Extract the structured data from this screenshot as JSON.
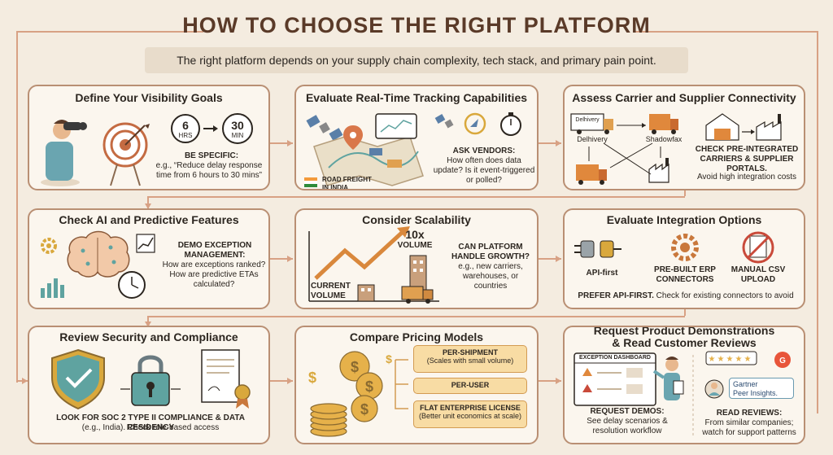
{
  "title": "HOW TO CHOOSE THE RIGHT PLATFORM",
  "subtitle": "The right platform depends on your supply chain complexity, tech stack, and primary pain point.",
  "cards": {
    "visibility": {
      "title": "Define Your Visibility Goals",
      "from_time": "6",
      "from_unit": "HRS",
      "to_time": "30",
      "to_unit": "MIN",
      "heading": "BE SPECIFIC:",
      "body": "e.g., “Reduce delay response time from 6 hours to 30 mins”"
    },
    "tracking": {
      "title": "Evaluate Real-Time Tracking Capabilities",
      "map_label": "ROAD FREIGHT IN INDIA",
      "heading": "ASK VENDORS:",
      "body": "How often does data update? Is it event-triggered or polled?"
    },
    "carrier": {
      "title": "Assess Carrier and Supplier Connectivity",
      "truck_label_1": "Delhivery",
      "truck_name_1": "Delhivery",
      "truck_name_2": "Shadowfax",
      "heading": "CHECK PRE-INTEGRATED CARRIERS & SUPPLIER PORTALS.",
      "body": "Avoid high integration costs"
    },
    "ai": {
      "title": "Check AI and Predictive Features",
      "heading": "DEMO EXCEPTION MANAGEMENT:",
      "body": "How are exceptions ranked? How are predictive ETAs calculated?"
    },
    "scalability": {
      "title": "Consider Scalability",
      "current": "CURRENT VOLUME",
      "tenx": "10x",
      "volume": "VOLUME",
      "heading": "CAN PLATFORM HANDLE GROWTH?",
      "body": "e.g., new carriers, warehouses, or countries"
    },
    "integration": {
      "title": "Evaluate Integration Options",
      "opt1": "API-first",
      "opt2": "PRE-BUILT ERP CONNECTORS",
      "opt3": "MANUAL CSV UPLOAD",
      "footer_bold": "PREFER API-FIRST.",
      "footer": "Check for existing connectors to avoid"
    },
    "security": {
      "title": "Review Security and Compliance",
      "heading": "LOOK FOR SOC 2 TYPE II COMPLIANCE & DATA RESIDENCY",
      "body": "(e.g., India). Check role-based access"
    },
    "pricing": {
      "title": "Compare Pricing Models",
      "model1": "PER-SHIPMENT",
      "model1_note": "(Scales with small volume)",
      "model2": "PER-USER",
      "model3": "FLAT ENTERPRISE LICENSE",
      "model3_note": "(Better unit economics at scale)"
    },
    "demos": {
      "title_line1": "Request Product Demonstrations",
      "title_line2": "& Read Customer Reviews",
      "dashboard": "EXCEPTION DASHBOARD",
      "demo_heading": "REQUEST DEMOS:",
      "demo_body": "See delay scenarios & resolution workflow",
      "gartner": "Gartner",
      "peer": "Peer Insights.",
      "review_heading": "READ REVIEWS:",
      "review_body": "From similar companies; watch for support patterns"
    }
  },
  "colors": {
    "background": "#f4ece0",
    "card_border": "#b98f73",
    "title": "#5a3a28",
    "accent_orange": "#e0883c",
    "accent_teal": "#5fa3a0"
  }
}
